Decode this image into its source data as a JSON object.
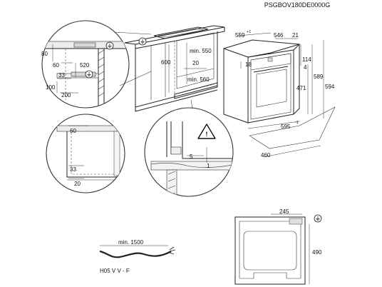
{
  "model_code": "PSGBOV180DE0000G",
  "cabinet_detail": {
    "dim_80": "80",
    "dim_60": "60",
    "dim_520": "520",
    "dim_33": "33",
    "dim_100": "100",
    "dim_200": "200"
  },
  "niche": {
    "dim_600": "600",
    "dim_min_550": "min. 550",
    "dim_20": "20",
    "dim_min_560": "min. 560"
  },
  "oven": {
    "dim_559": "559",
    "sup_559": "+1",
    "dim_546": "546",
    "dim_21": "21",
    "dim_114": "114",
    "dim_4": "4",
    "dim_18": "18",
    "dim_589": "589",
    "dim_594": "594",
    "dim_471": "471",
    "dim_595": "595",
    "sup_595": "-1",
    "dim_460": "460"
  },
  "floor_detail": {
    "dim_60": "60",
    "dim_33": "33",
    "dim_20": "20"
  },
  "warning_detail": {
    "dim_5": "5",
    "dim_1": "1",
    "warning_symbol": "!"
  },
  "cable": {
    "dim_min_1500": "min. 1500",
    "cable_type": "H05 V V - F"
  },
  "rear_view": {
    "dim_245": "245",
    "dim_490": "490"
  },
  "icons": [
    "earth-ground-icon",
    "warning-triangle-icon"
  ]
}
